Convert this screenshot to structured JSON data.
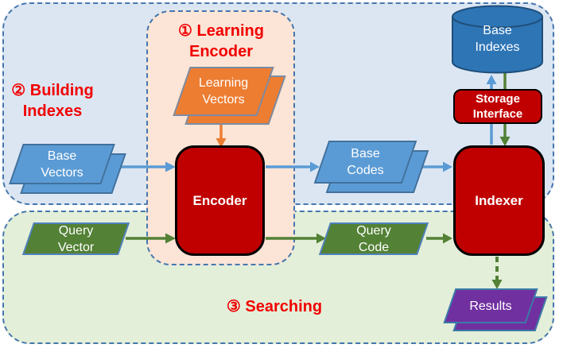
{
  "regions": {
    "building": {
      "label_line1": "② Building",
      "label_line2": "Indexes",
      "fill": "#dce6f3"
    },
    "learning": {
      "label_line1": "① Learning",
      "label_line2": "Encoder",
      "fill": "#fce5d6"
    },
    "searching": {
      "label": "③ Searching",
      "fill": "#e3efd9"
    }
  },
  "nodes": {
    "learning_vectors": {
      "line1": "Learning",
      "line2": "Vectors"
    },
    "base_vectors": {
      "line1": "Base",
      "line2": "Vectors"
    },
    "base_codes": {
      "line1": "Base",
      "line2": "Codes"
    },
    "query_vector": {
      "line1": "Query",
      "line2": "Vector"
    },
    "query_code": {
      "line1": "Query",
      "line2": "Code"
    },
    "encoder": {
      "label": "Encoder"
    },
    "indexer": {
      "label": "Indexer"
    },
    "storage_interface": {
      "line1": "Storage",
      "line2": "Interface"
    },
    "base_indexes": {
      "line1": "Base",
      "line2": "Indexes"
    },
    "results": {
      "label": "Results"
    }
  },
  "colors": {
    "region_border": "#4576ad",
    "label_red": "#f20000",
    "blue_shape": "#5b9bd5",
    "blue_shape_border": "#41719c",
    "orange_shape": "#ed7d31",
    "green_shape": "#538135",
    "purple_shape": "#7030a0",
    "red_box": "#c00000",
    "cylinder_fill": "#2e75b6",
    "cylinder_border": "#1f4e79",
    "arrow_blue": "#5b9bd5",
    "arrow_green": "#538135",
    "arrow_orange": "#ed7d31"
  }
}
